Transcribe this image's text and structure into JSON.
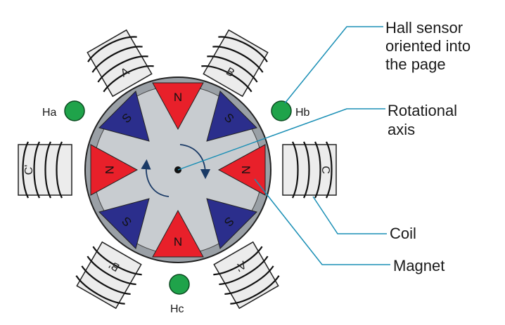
{
  "colors": {
    "north": "#e8202a",
    "south": "#2b2e8c",
    "rotor": "#c8ccd0",
    "stator": "#9aa0a6",
    "sensor": "#1fa34a",
    "leader": "#1a8fb5",
    "coil_body": "#ececec"
  },
  "labels": {
    "hall_sensor_line1": "Hall sensor",
    "hall_sensor_line2": "oriented into",
    "hall_sensor_line3": "the page",
    "rotational_axis_line1": "Rotational",
    "rotational_axis_line2": "axis",
    "coil": "Coil",
    "magnet": "Magnet"
  },
  "sensors": {
    "ha": "Ha",
    "hb": "Hb",
    "hc": "Hc"
  },
  "coils": {
    "a": "A",
    "b": "B",
    "c": "C",
    "a_prime": "A'",
    "b_prime": "B'",
    "c_prime": "C'"
  },
  "poles": {
    "north": "N",
    "south": "S"
  },
  "icons": {
    "rotation": "curved-arrow-icon",
    "axis": "dot-icon"
  }
}
